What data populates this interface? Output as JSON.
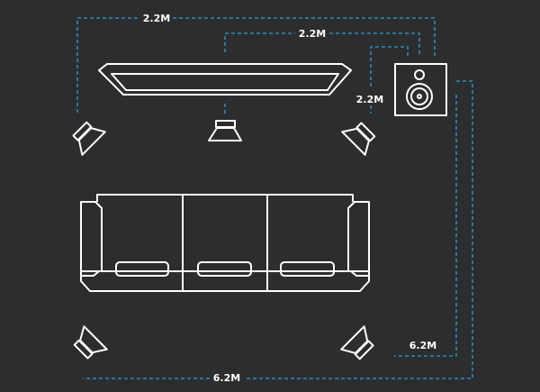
{
  "colors": {
    "background": "#2c2d2f",
    "measure_line": "#2e8bb0",
    "outline": "#ffffff",
    "fill": "#393a34"
  },
  "measurements": {
    "front_left_to_sub": "2.2M",
    "center_to_sub": "2.2M",
    "front_right_to_sub": "2.2M",
    "rear_right_to_sub": "6.2M",
    "rear_left_to_sub": "6.2M"
  },
  "objects": [
    "tv",
    "subwoofer",
    "front-left-speaker",
    "center-speaker",
    "front-right-speaker",
    "sofa",
    "rear-left-speaker",
    "rear-right-speaker"
  ]
}
